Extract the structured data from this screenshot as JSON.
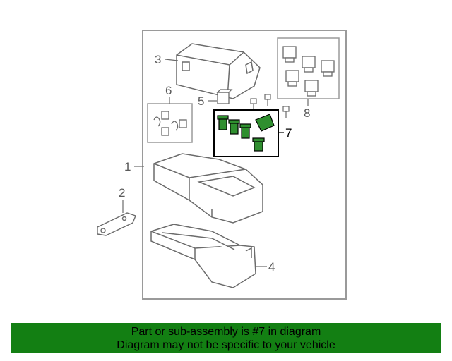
{
  "diagram": {
    "callouts": {
      "c1": "1",
      "c2": "2",
      "c3": "3",
      "c4": "4",
      "c5": "5",
      "c6": "6",
      "c7": "7",
      "c8": "8"
    },
    "highlighted_part": "7",
    "colors": {
      "highlight": "#137f13",
      "part_fill": "#2f8f2f",
      "line": "#6b6b6b",
      "frame": "#9a9a9a"
    }
  },
  "banner": {
    "line1": "Part or sub-assembly is #7 in diagram",
    "line2": "Diagram may not be specific to your vehicle"
  }
}
